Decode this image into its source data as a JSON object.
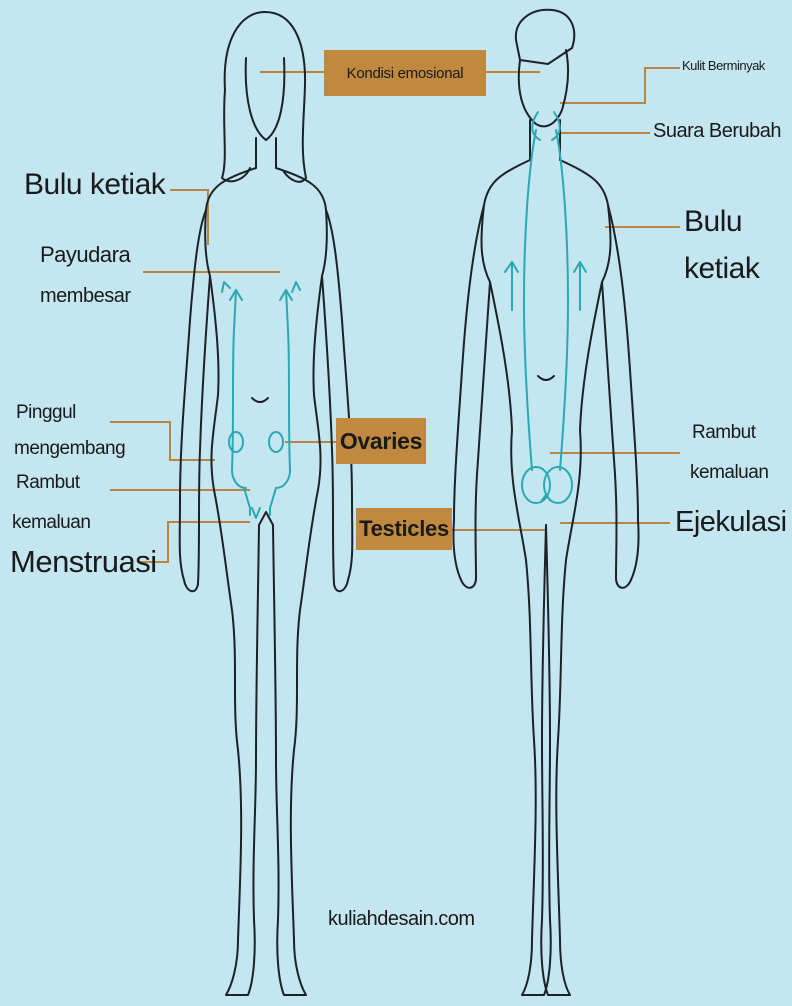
{
  "colors": {
    "background": "#c3e6f0",
    "outline": "#1c2228",
    "accent": "#2aa9b3",
    "leader": "#b9853f",
    "label_box": "#c0893f"
  },
  "labels": {
    "kondisi_emosional": "Kondisi emosional",
    "kulit_berminyak": "Kulit Berminyak",
    "suara_berubah": "Suara Berubah",
    "bulu_ketiak_left": "Bulu ketiak",
    "bulu_ketiak_right_1": "Bulu",
    "bulu_ketiak_right_2": "ketiak",
    "payudara_1": "Payudara",
    "payudara_2": "membesar",
    "pinggul_1": "Pinggul",
    "pinggul_2": "mengembang",
    "rambut_left_1": "Rambut",
    "rambut_left_2": "kemaluan",
    "menstruasi": "Menstruasi",
    "ovaries": "Ovaries",
    "testicles": "Testicles",
    "rambut_right_1": "Rambut",
    "rambut_right_2": "kemaluan",
    "ejekulasi": "Ejekulasi",
    "watermark": "kuliahdesain.com"
  }
}
